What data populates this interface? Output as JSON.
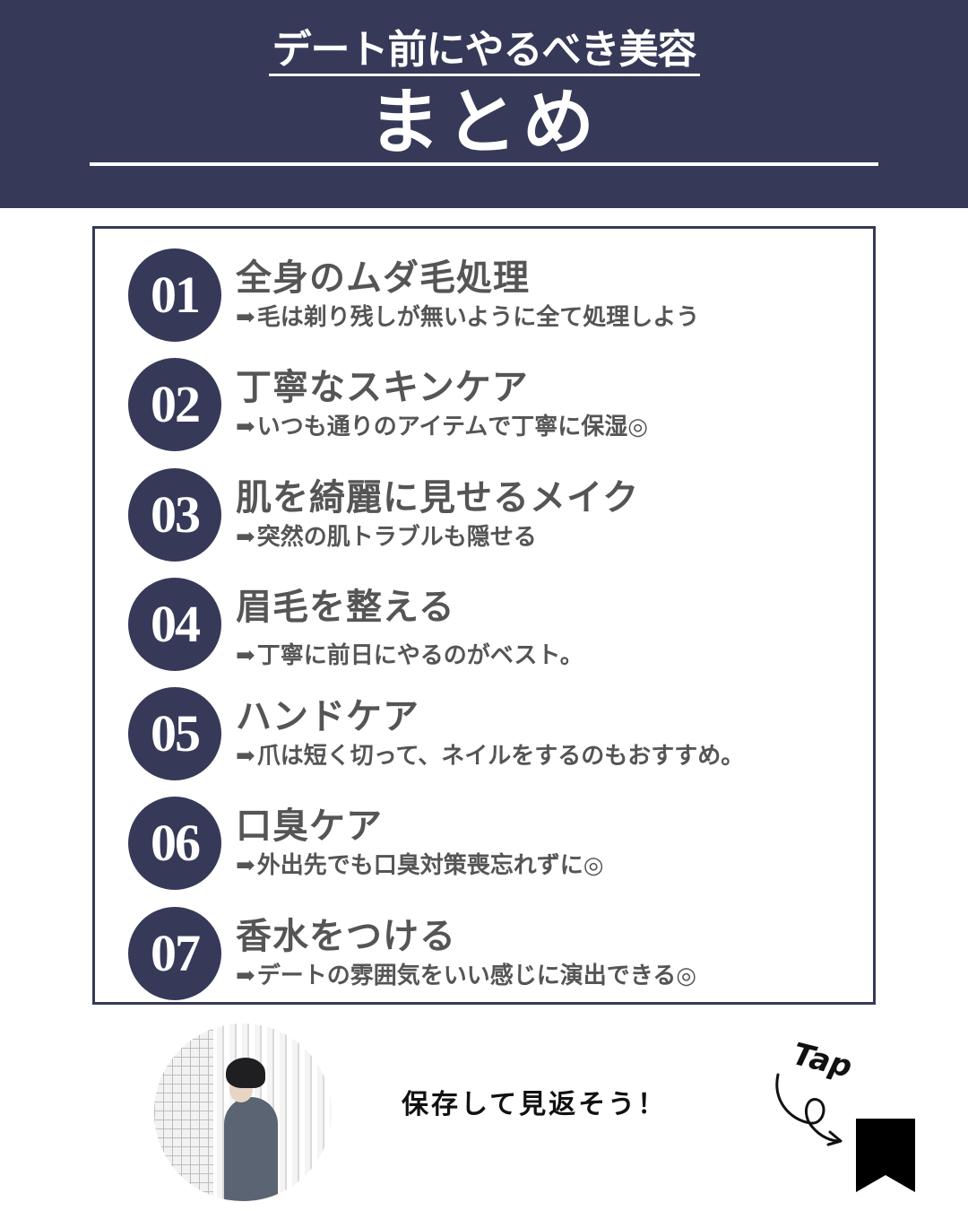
{
  "header": {
    "subtitle": "デート前にやるべき美容",
    "title": "まとめ"
  },
  "items": [
    {
      "number": "01",
      "title": "全身のムダ毛処理",
      "arrow": "➡",
      "desc": "毛は剃り残しが無いように全て処理しよう"
    },
    {
      "number": "02",
      "title": "丁寧なスキンケア",
      "arrow": "➡",
      "desc": "いつも通りのアイテムで丁寧に保湿◎"
    },
    {
      "number": "03",
      "title": "肌を綺麗に見せるメイク",
      "arrow": "➡",
      "desc": "突然の肌トラブルも隠せる"
    },
    {
      "number": "04",
      "title": "眉毛を整える",
      "arrow": "➡",
      "desc": "丁寧に前日にやるのがベスト。"
    },
    {
      "number": "05",
      "title": "ハンドケア",
      "arrow": "➡",
      "desc": "爪は短く切って、ネイルをするのもおすすめ。"
    },
    {
      "number": "06",
      "title": "口臭ケア",
      "arrow": "➡",
      "desc": "外出先でも口臭対策喪忘れずに◎"
    },
    {
      "number": "07",
      "title": "香水をつける",
      "arrow": "➡",
      "desc": "デートの雰囲気をいい感じに演出できる◎"
    }
  ],
  "footer": {
    "save_prompt": "保存して見返そう！",
    "tap_label": "Tap",
    "icons": {
      "avatar": "profile-photo",
      "arrow": "curly-arrow-icon",
      "bookmark": "bookmark-icon"
    }
  },
  "colors": {
    "navy": "#363a58",
    "text_gray": "#555555",
    "white": "#ffffff",
    "black": "#111111"
  }
}
